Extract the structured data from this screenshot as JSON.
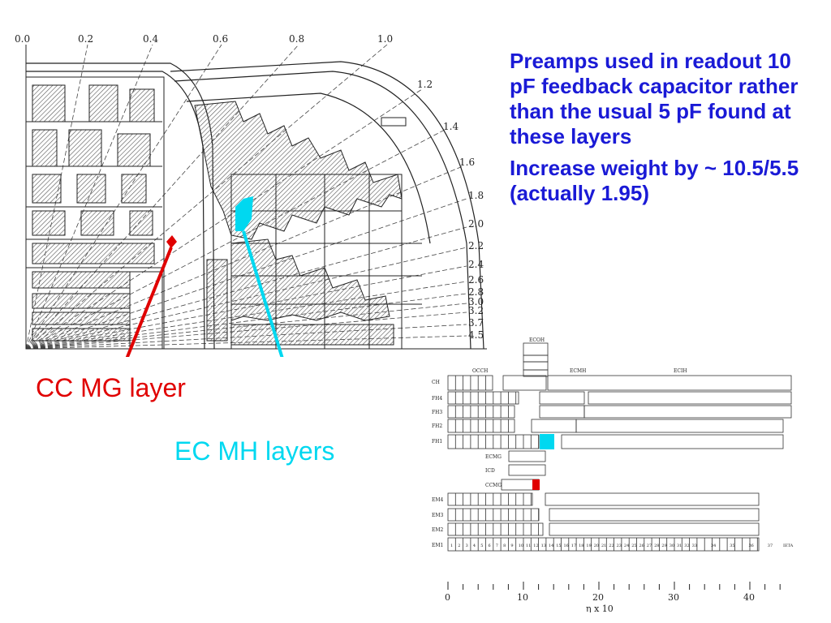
{
  "bullets": [
    "Preamps used in readout 10 pF feedback capacitor rather than the usual 5 pF found at these layers",
    "Increase weight by ~ 10.5/5.5 (actually 1.95)"
  ],
  "callouts": {
    "cc_mg": "CC MG layer",
    "ec_mh": "EC MH layers"
  },
  "colors": {
    "text_blue": "#1a1ad6",
    "cc_red": "#e00000",
    "ec_cyan": "#00d8f0"
  },
  "detector": {
    "top_eta_labels": [
      "0.0",
      "0.2",
      "0.4",
      "0.6",
      "0.8",
      "1.0"
    ],
    "right_eta_labels": [
      "1.2",
      "1.4",
      "1.6",
      "1.8",
      "2.0",
      "2.2",
      "2.4",
      "2.6",
      "2.8",
      "3.0",
      "3.2",
      "3.7",
      "4.5"
    ]
  },
  "layer_grid": {
    "section_labels": [
      "ECOH",
      "OCCH",
      "ECMH",
      "ECIH"
    ],
    "row_labels": [
      "CH",
      "FH4",
      "FH3",
      "FH2",
      "FH1",
      "ECMG",
      "ICD",
      "CCMG",
      "EM4",
      "EM3",
      "EM2",
      "EM1"
    ],
    "em1_numbers": [
      "1",
      "2",
      "3",
      "4",
      "5",
      "6",
      "7",
      "8",
      "9",
      "10",
      "11",
      "12",
      "13",
      "14",
      "15",
      "16",
      "17",
      "18",
      "19",
      "20",
      "21",
      "22",
      "23",
      "24",
      "25",
      "26",
      "27",
      "28",
      "29",
      "30",
      "31",
      "32",
      "33",
      "34",
      "35",
      "36",
      "37"
    ],
    "ieta_label": "IETA",
    "axis_ticks": [
      "0",
      "10",
      "20",
      "30",
      "40"
    ],
    "axis_label": "η x 10"
  }
}
